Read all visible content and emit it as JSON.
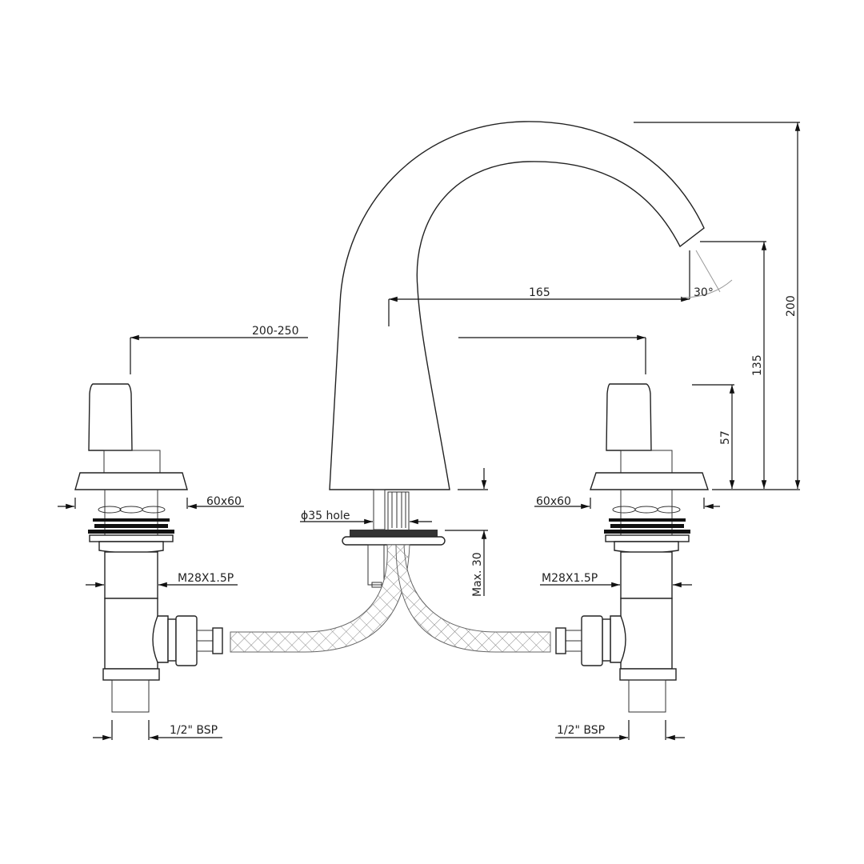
{
  "drawing": {
    "title": "Three-hole basin mixer technical drawing",
    "dimensions": {
      "spout_reach": "165",
      "spout_angle": "30°",
      "total_height": "200",
      "outlet_height": "135",
      "handle_height": "57",
      "handle_spacing": "200-250",
      "flange_left": "60x60",
      "flange_right": "60x60",
      "hole": "ϕ35 hole",
      "max_deck": "Max. 30",
      "thread_left": "M28X1.5P",
      "thread_right": "M28X1.5P",
      "inlet_left": "1/2\" BSP",
      "inlet_right": "1/2\" BSP"
    }
  }
}
